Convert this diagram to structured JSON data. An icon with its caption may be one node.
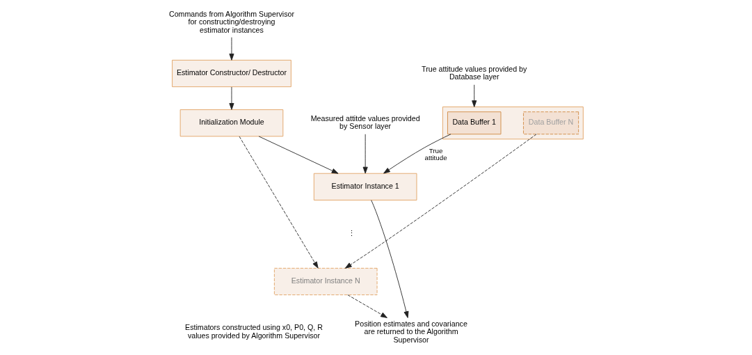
{
  "diagram": {
    "nodes": [
      {
        "text": [
          "Position estimates and covariance are returned to the Algorithm Supervisor"
        ]
      },
      {
        "text": [
          "Commands from Algorithm Supervisor for constructing/destroying estimator instances"
        ]
      },
      {
        "text": [
          "Estimator Constructor/ Destructor"
        ]
      },
      {
        "text": [
          "Initialization Module"
        ]
      },
      {
        "text": [],
        "shape": "box"
      },
      {
        "text": [
          "Data Buffer 1"
        ],
        "in": 4
      },
      {
        "text": [
          "Data Buffer N"
        ],
        "in": 4
      },
      {
        "text": [
          "True attitude values provided by Database layer"
        ]
      },
      {
        "text": [
          "Measured attitde values provided by Sensor layer"
        ]
      },
      {
        "text": [
          "Estimator Instance 1"
        ]
      },
      {
        "text": [
          "Estimator Instance N"
        ]
      }
    ],
    "edges": [
      {
        "from": 1,
        "to": 2,
        "arrow": "to"
      },
      {
        "from": 2,
        "to": 3,
        "arrow": "to"
      },
      {
        "from": 3,
        "to": 9,
        "arrow": "to"
      },
      {
        "from": 3,
        "to": 10,
        "arrow": "to",
        "style": "dashed"
      },
      {
        "from": 8,
        "to": 9,
        "arrow": "to"
      },
      {
        "from": 7,
        "to": 4,
        "arrow": "to"
      },
      {
        "from": 5,
        "to": 9,
        "arrow": "to",
        "label": "True attitude"
      },
      {
        "from": 6,
        "to": 10,
        "arrow": "to",
        "style": "dashed"
      },
      {
        "from": 9,
        "to": 0,
        "arrow": "to"
      },
      {
        "from": 10,
        "to": 0,
        "arrow": "to",
        "style": "dashed"
      }
    ],
    "labels": [
      "⋮",
      "Estimators constructed using x0, P0, Q, R values provided by Algorithm Supervisor"
    ]
  }
}
